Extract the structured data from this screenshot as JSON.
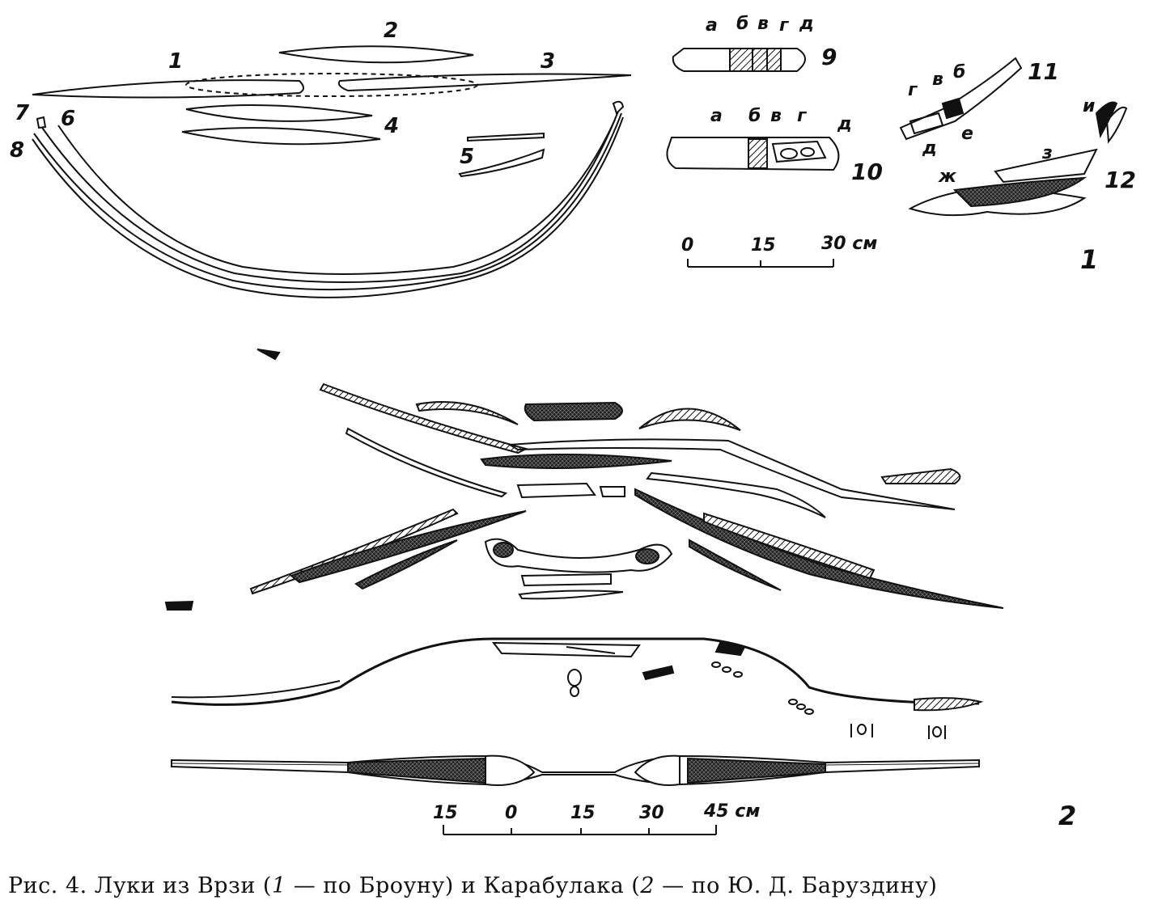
{
  "panel1": {
    "part_labels": [
      "1",
      "2",
      "3",
      "4",
      "5",
      "6",
      "7",
      "8",
      "9",
      "10",
      "11",
      "12"
    ],
    "letters_9": [
      "а",
      "б",
      "в",
      "г",
      "д"
    ],
    "letters_10": [
      "а",
      "б",
      "в",
      "г",
      "д"
    ],
    "letters_11": [
      "г",
      "в",
      "б",
      "е",
      "д"
    ],
    "letters_12": [
      "з",
      "и",
      "ж"
    ],
    "scale": {
      "ticks": [
        "0",
        "15",
        "30 см"
      ]
    },
    "panel_number": "1"
  },
  "panel2": {
    "scale": {
      "ticks": [
        "15",
        "0",
        "15",
        "30",
        "45 см"
      ]
    },
    "panel_number": "2"
  },
  "caption": {
    "prefix": "Рис. 4. Луки из Врзи (",
    "num1": "1",
    "mid1": " — по Броуну)   и   Карабулака   (",
    "num2": "2",
    "mid2": " — по Ю. Д. Баруздину)"
  }
}
